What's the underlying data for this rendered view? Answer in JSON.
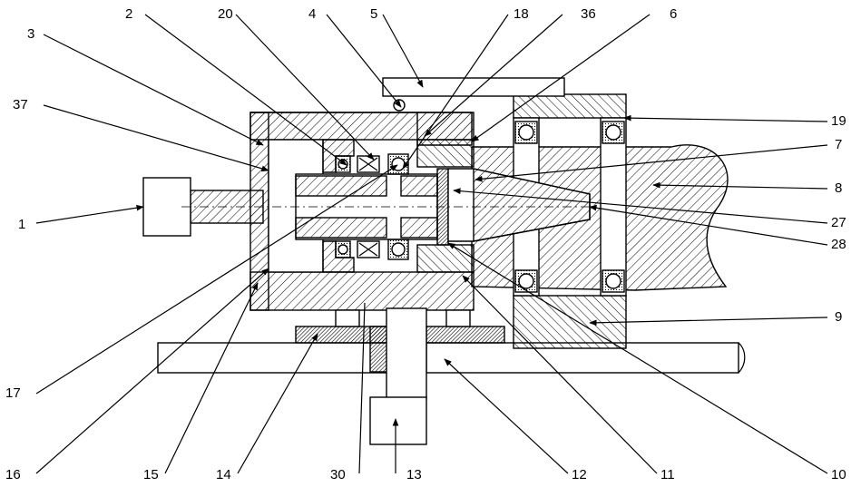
{
  "labels": [
    {
      "id": "label-1",
      "text": "1"
    },
    {
      "id": "label-2",
      "text": "2"
    },
    {
      "id": "label-3",
      "text": "3"
    },
    {
      "id": "label-4",
      "text": "4"
    },
    {
      "id": "label-5",
      "text": "5"
    },
    {
      "id": "label-6",
      "text": "6"
    },
    {
      "id": "label-7",
      "text": "7"
    },
    {
      "id": "label-8",
      "text": "8"
    },
    {
      "id": "label-9",
      "text": "9"
    },
    {
      "id": "label-10",
      "text": "10"
    },
    {
      "id": "label-11",
      "text": "11"
    },
    {
      "id": "label-12",
      "text": "12"
    },
    {
      "id": "label-13",
      "text": "13"
    },
    {
      "id": "label-14",
      "text": "14"
    },
    {
      "id": "label-15",
      "text": "15"
    },
    {
      "id": "label-16",
      "text": "16"
    },
    {
      "id": "label-17",
      "text": "17"
    },
    {
      "id": "label-18",
      "text": "18"
    },
    {
      "id": "label-19",
      "text": "19"
    },
    {
      "id": "label-20",
      "text": "20"
    },
    {
      "id": "label-27",
      "text": "27"
    },
    {
      "id": "label-28",
      "text": "28"
    },
    {
      "id": "label-30",
      "text": "30"
    },
    {
      "id": "label-36",
      "text": "36"
    },
    {
      "id": "label-37",
      "text": "37"
    }
  ]
}
